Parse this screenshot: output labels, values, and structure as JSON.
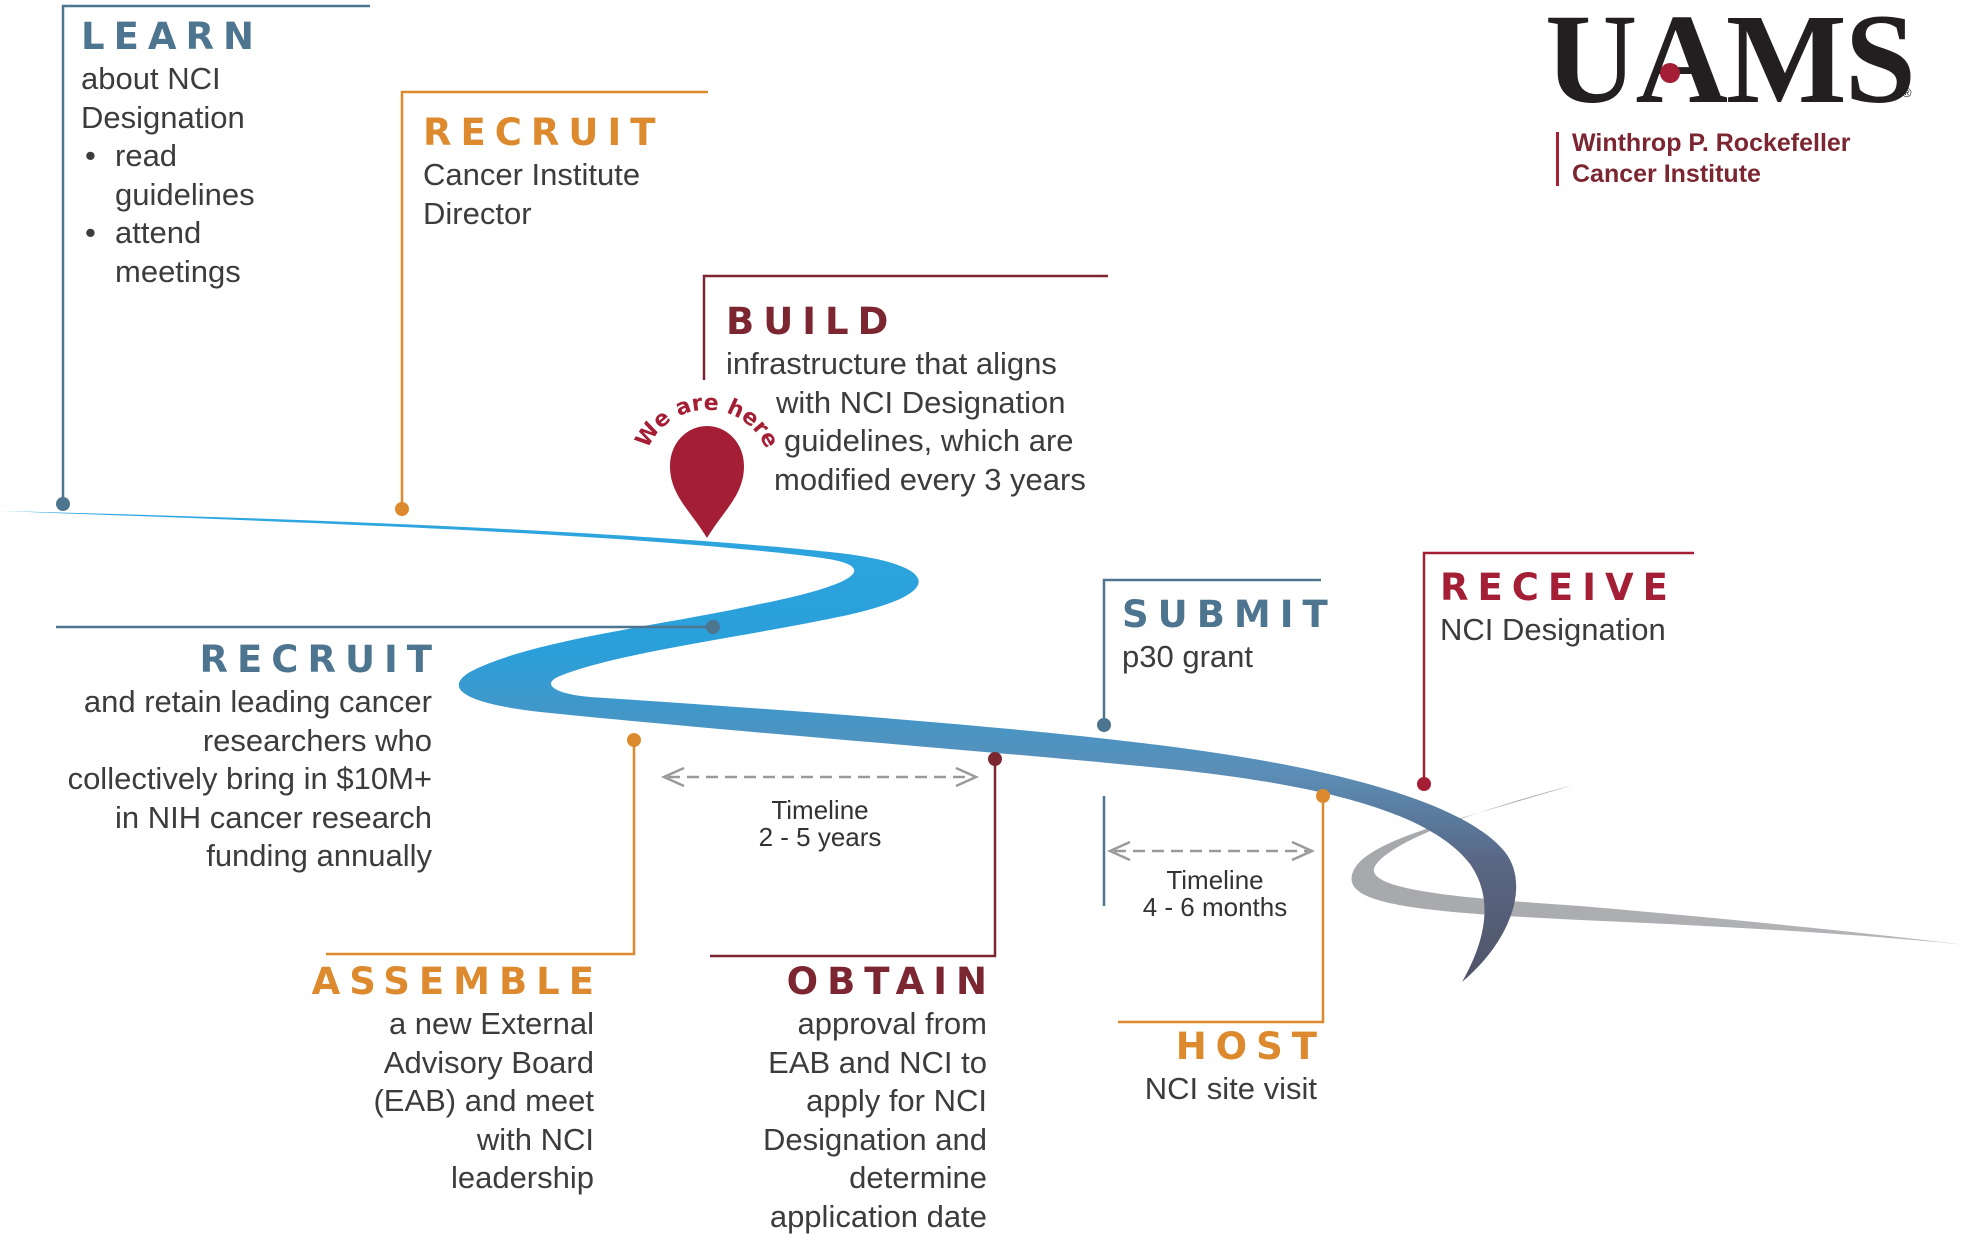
{
  "logo": {
    "wordmark": "UAMS",
    "registered_mark": "®",
    "subtitle_line1": "Winthrop P. Rockefeller",
    "subtitle_line2": "Cancer Institute"
  },
  "marker": {
    "label": "We are here"
  },
  "colors": {
    "blue": "#4e7590",
    "orange": "#dd8a2e",
    "maroon": "#7b2631",
    "red": "#a41f35",
    "road_start": "#29aae3",
    "road_end": "#4f5568",
    "road_past": "#a6a8ab"
  },
  "steps": {
    "learn": {
      "title": "LEARN",
      "body": [
        "about NCI",
        "Designation"
      ],
      "bullets": [
        "read guidelines",
        "attend meetings"
      ]
    },
    "recruit_director": {
      "title": "RECRUIT",
      "body": [
        "Cancer Institute",
        "Director"
      ]
    },
    "build": {
      "title": "BUILD",
      "body": [
        "infrastructure that aligns",
        "with NCI Designation",
        "guidelines, which are",
        "modified every 3 years"
      ]
    },
    "recruit_researchers": {
      "title": "RECRUIT",
      "body": [
        "and retain leading cancer",
        "researchers who",
        "collectively bring in $10M+",
        "in NIH cancer research",
        "funding annually"
      ]
    },
    "assemble": {
      "title": "ASSEMBLE",
      "body": [
        "a new External",
        "Advisory Board",
        "(EAB) and meet",
        "with NCI",
        "leadership"
      ]
    },
    "obtain": {
      "title": "OBTAIN",
      "body": [
        "approval from",
        "EAB and NCI to",
        "apply for NCI",
        "Designation and",
        "determine",
        "application date"
      ]
    },
    "submit": {
      "title": "SUBMIT",
      "body": [
        "p30 grant"
      ]
    },
    "host": {
      "title": "HOST",
      "body": [
        "NCI site visit"
      ]
    },
    "receive": {
      "title": "RECEIVE",
      "body": [
        "NCI Designation"
      ]
    }
  },
  "timelines": [
    {
      "label": "Timeline",
      "value": "2 - 5 years"
    },
    {
      "label": "Timeline",
      "value": "4 - 6 months"
    }
  ]
}
